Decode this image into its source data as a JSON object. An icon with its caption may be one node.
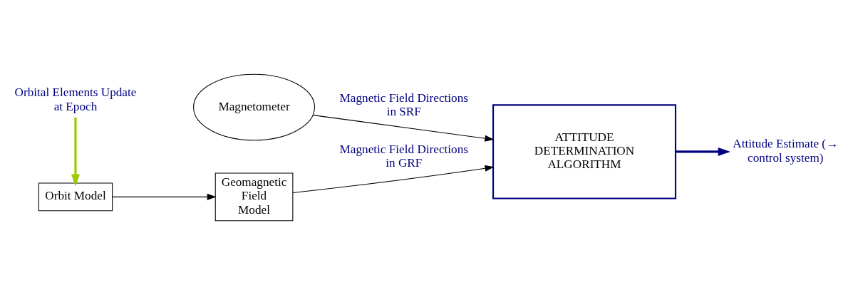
{
  "diagram": {
    "nodes": [
      {
        "text": [
          "Magnetometer"
        ]
      },
      {
        "text": [
          "ATTITUDE DETERMINATION ALGORITHM"
        ]
      },
      {
        "text": [
          "Attitude Estimate (→ control system)"
        ]
      },
      {
        "text": [
          "Orbital Elements Update at Epoch"
        ]
      },
      {
        "text": [
          "Orbit Model"
        ]
      },
      {
        "text": [
          "Geomagnetic Field Model"
        ]
      }
    ],
    "edges": [
      {
        "from": 0,
        "to": 1,
        "arrow": "to",
        "label": "Magnetic Field Directions in SRF"
      },
      {
        "from": 1,
        "to": 2,
        "arrow": "to",
        "style": "thick",
        "color": "#000080"
      },
      {
        "from": 3,
        "to": 4,
        "arrow": "to",
        "style": "thick",
        "color": "#99cc00"
      },
      {
        "from": 4,
        "to": 5,
        "arrow": "to"
      },
      {
        "from": 5,
        "to": 1,
        "arrow": "to",
        "label": "Magnetic Field Directions in GRF"
      }
    ]
  }
}
